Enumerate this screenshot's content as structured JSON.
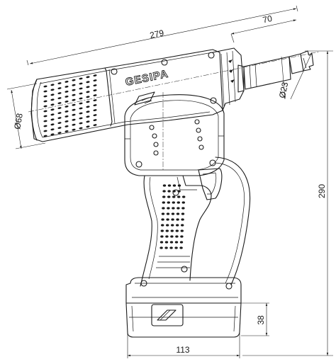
{
  "brand": {
    "name": "GESIPA"
  },
  "dimensions": {
    "overall_length": "279",
    "nose_length": "70",
    "nose_diameter": "Ø23",
    "body_diameter": "Ø68",
    "overall_height": "290",
    "battery_height": "38",
    "battery_width": "113"
  }
}
